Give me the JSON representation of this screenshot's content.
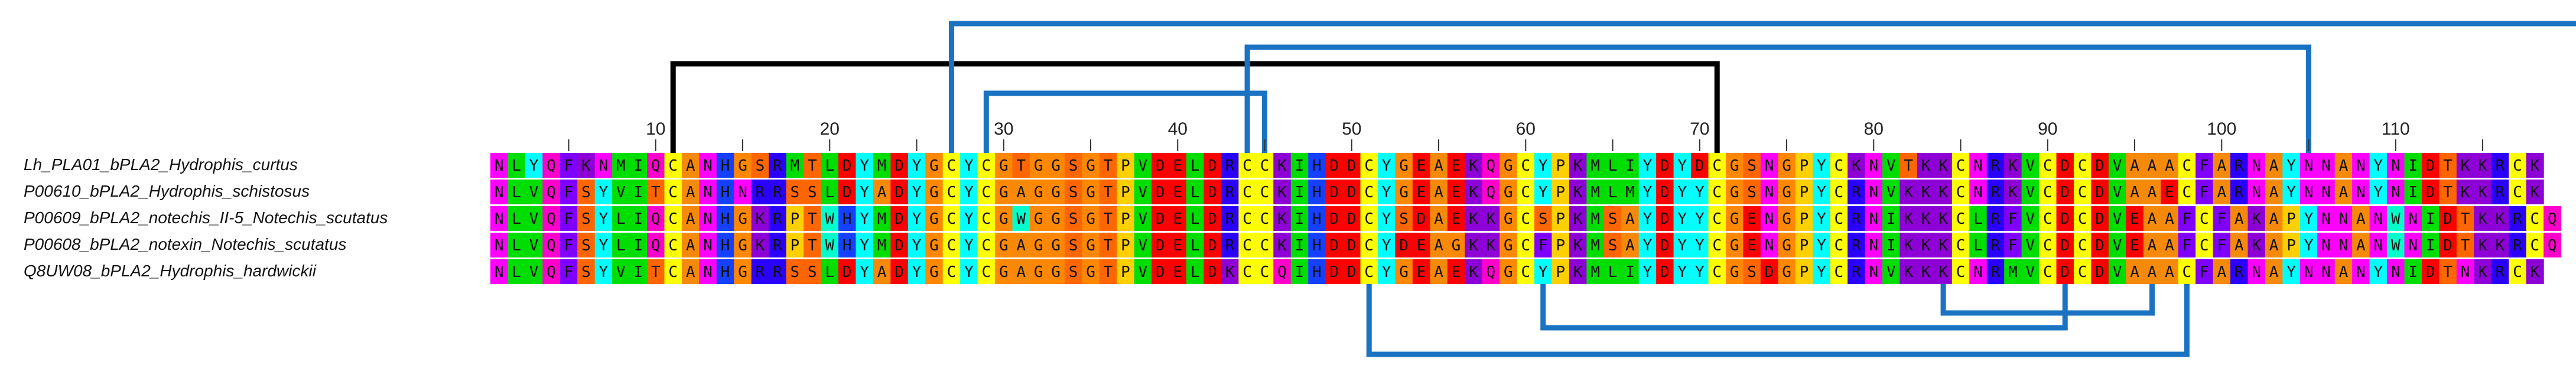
{
  "alignment": {
    "start_position": 1,
    "ruler_ticks": [
      "10",
      "20",
      "30",
      "40",
      "50",
      "60",
      "70",
      "80",
      "90",
      "100",
      "110"
    ],
    "sequences": [
      {
        "name": "Lh_PLA01_bPLA2_Hydrophis_curtus",
        "residues": "NLYQFKNMIQCANHGSRMTLDYMDYGCYCGTGGSGTPVDELDRCCKIHDDCYGEAEKQGCYPKMLIYDYDCGSNGPYCKNVTKKCNRKVCDCDVAAACFARNAYNNANYNIDTKKRCK"
      },
      {
        "name": "P00610_bPLA2_Hydrophis_schistosus",
        "residues": "NLVQFSYVITCANHNRRSSLDYADYGCYCGAGGSGTPVDELDRCCKIHDDCYGEAEKQGCYPKMLMYDYYCGSNGPYCRNVKKKCNRKVCDCDVAAECFARNAYNNANYNIDTKKRCK"
      },
      {
        "name": "P00609_bPLA2_notechis_II-5_Notechis_scutatus",
        "residues": "NLVQFSYLIQCANHGKRPTWHYMDYGCYCGWGGSGTPVDELDRCCKIHDDCYSDAEKKGCSPKMSAYDYYCGENGPYCRNIKKKCLRFVCDCDVEAAFCFAKAPYNNANWNIDTKKRCQ"
      },
      {
        "name": "P00608_bPLA2_notexin_Notechis_scutatus",
        "residues": "NLVQFSYLIQCANHGKRPTWHYMDYGCYCGAGGSGTPVDELDRCCKIHDDCYDEAGKKGCFPKMSAYDYYCGENGPYCRNIKKKCLRFVCDCDVEAAFCFAKAPYNNANWNIDTKKRCQ"
      },
      {
        "name": "Q8UW08_bPLA2_Hydrophis_hardwickii",
        "residues": "NLVQFSYVITCANHGRRSSLDYADYGCYCGAGGSGTPVDELDKCCQIHDDCYGEAEKQGCYPKMLIYDYYCGSDGPYCRNVKKKCNRMVCDCDVAAACFARNAYNNANYNIDTNKRCK"
      }
    ],
    "colors": {
      "A": "#f58a0a",
      "C": "#ffff00",
      "D": "#ff0000",
      "E": "#ff0000",
      "F": "#7f00ff",
      "G": "#ff8800",
      "H": "#1540ff",
      "I": "#00dd00",
      "K": "#8d00d6",
      "L": "#00dd00",
      "M": "#00dd00",
      "N": "#ff00ff",
      "P": "#ffd000",
      "Q": "#ff00cc",
      "R": "#2a00ff",
      "S": "#ff6600",
      "T": "#ff6600",
      "V": "#00dd00",
      "W": "#00ffcc",
      "Y": "#00ffff"
    },
    "disulfide_bonds": [
      {
        "from": 11,
        "to": 71,
        "color": "#000000"
      },
      {
        "from": 27,
        "to": 126,
        "color": "#1a73c2"
      },
      {
        "from": 29,
        "to": 45,
        "color": "#1a73c2"
      },
      {
        "from": 44,
        "to": 105,
        "color": "#1a73c2"
      },
      {
        "from": 51,
        "to": 98,
        "color": "#1a73c2"
      },
      {
        "from": 61,
        "to": 91,
        "color": "#1a73c2"
      },
      {
        "from": 84,
        "to": 96,
        "color": "#1a73c2"
      }
    ]
  }
}
